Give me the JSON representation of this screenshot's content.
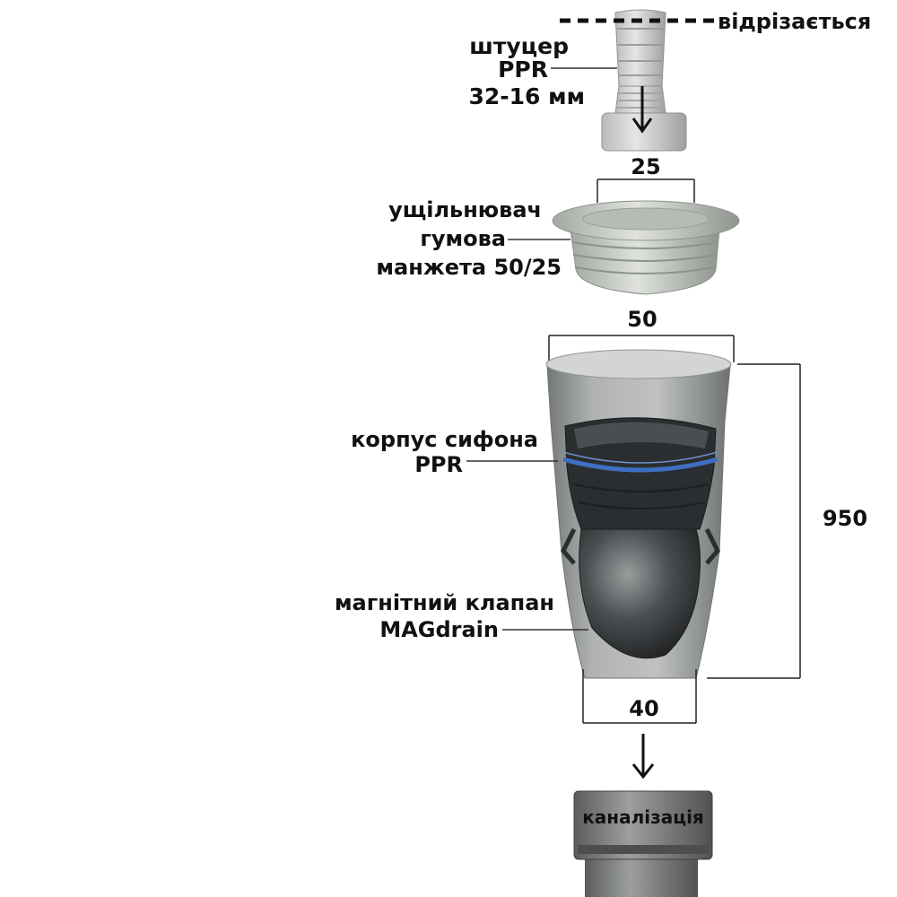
{
  "labels": {
    "cut_note": "відрізається",
    "fitting_line1": "штуцер",
    "fitting_line2": "PPR",
    "fitting_line3": "32-16 мм",
    "seal_line1": "ущільнювач",
    "seal_line2": "гумова",
    "seal_line3": "манжета 50/25",
    "body_line1": "корпус сифона",
    "body_line2": "PPR",
    "valve_line1": "магнітний клапан",
    "valve_line2": "MAGdrain",
    "sewer": "каналізація"
  },
  "dimensions": {
    "seal_inner": "25",
    "body_top": "50",
    "body_height": "950",
    "body_bottom": "40"
  }
}
